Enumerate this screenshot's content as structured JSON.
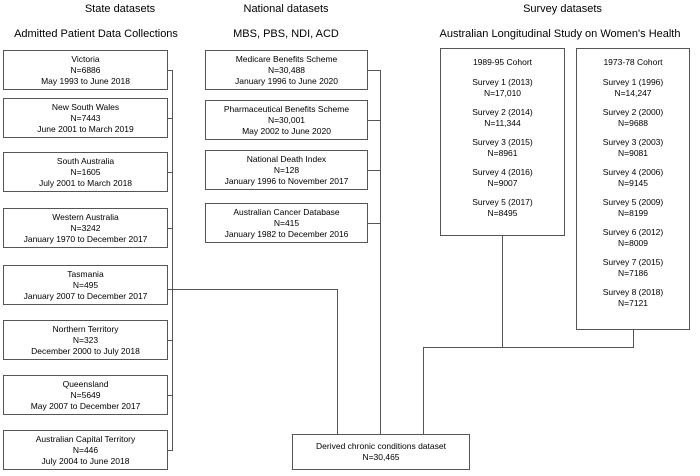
{
  "columns": {
    "state": {
      "header": "State datasets",
      "subheader": "Admitted Patient Data Collections"
    },
    "national": {
      "header": "National datasets",
      "subheader": "MBS, PBS, NDI, ACD"
    },
    "survey": {
      "header": "Survey datasets",
      "subheader": "Australian Longitudinal Study on Women's Health"
    }
  },
  "state_boxes": [
    {
      "name": "Victoria",
      "n": "N=6886",
      "period": "May 1993 to June 2018"
    },
    {
      "name": "New South Wales",
      "n": "N=7443",
      "period": "June 2001 to March 2019"
    },
    {
      "name": "South Australia",
      "n": "N=1605",
      "period": "July 2001 to March 2018"
    },
    {
      "name": "Western Australia",
      "n": "N=3242",
      "period": "January 1970 to December 2017"
    },
    {
      "name": "Tasmania",
      "n": "N=495",
      "period": "January 2007 to December 2017"
    },
    {
      "name": "Northern Territory",
      "n": "N=323",
      "period": "December 2000 to July 2018"
    },
    {
      "name": "Queensland",
      "n": "N=5649",
      "period": "May 2007 to December 2017"
    },
    {
      "name": "Australian Capital Territory",
      "n": "N=446",
      "period": "July 2004 to June 2018"
    }
  ],
  "national_boxes": [
    {
      "name": "Medicare Benefits Scheme",
      "n": "N=30,488",
      "period": "January 1996 to June 2020"
    },
    {
      "name": "Pharmaceutical Benefits Scheme",
      "n": "N=30,001",
      "period": "May 2002 to June 2020"
    },
    {
      "name": "National Death Index",
      "n": "N=128",
      "period": "January 1996 to November 2017"
    },
    {
      "name": "Australian Cancer Database",
      "n": "N=415",
      "period": "January 1982 to December 2016"
    }
  ],
  "cohorts": [
    {
      "title": "1989-95 Cohort",
      "surveys": [
        {
          "label": "Survey 1 (2013)",
          "n": "N=17,010"
        },
        {
          "label": "Survey 2 (2014)",
          "n": "N=11,344"
        },
        {
          "label": "Survey 3 (2015)",
          "n": "N=8961"
        },
        {
          "label": "Survey 4 (2016)",
          "n": "N=9007"
        },
        {
          "label": "Survey 5 (2017)",
          "n": "N=8495"
        }
      ]
    },
    {
      "title": "1973-78 Cohort",
      "surveys": [
        {
          "label": "Survey 1 (1996)",
          "n": "N=14,247"
        },
        {
          "label": "Survey 2 (2000)",
          "n": "N=9688"
        },
        {
          "label": "Survey 3 (2003)",
          "n": "N=9081"
        },
        {
          "label": "Survey 4 (2006)",
          "n": "N=9145"
        },
        {
          "label": "Survey 5 (2009)",
          "n": "N=8199"
        },
        {
          "label": "Survey 6 (2012)",
          "n": "N=8009"
        },
        {
          "label": "Survey 7 (2015)",
          "n": "N=7186"
        },
        {
          "label": "Survey 8 (2018)",
          "n": "N=7121"
        }
      ]
    }
  ],
  "derived": {
    "name": "Derived chronic conditions dataset",
    "n": "N=30,465"
  }
}
